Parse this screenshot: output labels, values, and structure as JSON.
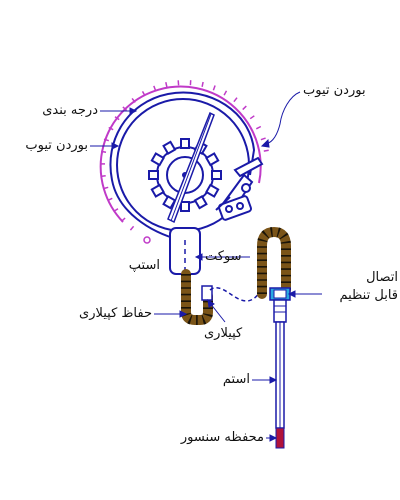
{
  "labels": {
    "bourdon_tube_top": "بوردن تیوب",
    "scale": "درجه بندی",
    "bourdon_tube_left": "بوردن تیوب",
    "stop": "استپ",
    "socket": "سوکت",
    "fitting_line1": "اتصال",
    "fitting_line2": "قابل تنظیم",
    "capillary_guard": "حفاظ کپیلاری",
    "capillary": "کپیلاری",
    "stem": "استم",
    "sensor_housing": "محفظه سنسور"
  },
  "colors": {
    "line": "#1a1aa8",
    "scale_arc": "#c03ac8",
    "guard": "#7a5418",
    "fitting": "#2aa8e0",
    "sensor": "#b0123a"
  }
}
